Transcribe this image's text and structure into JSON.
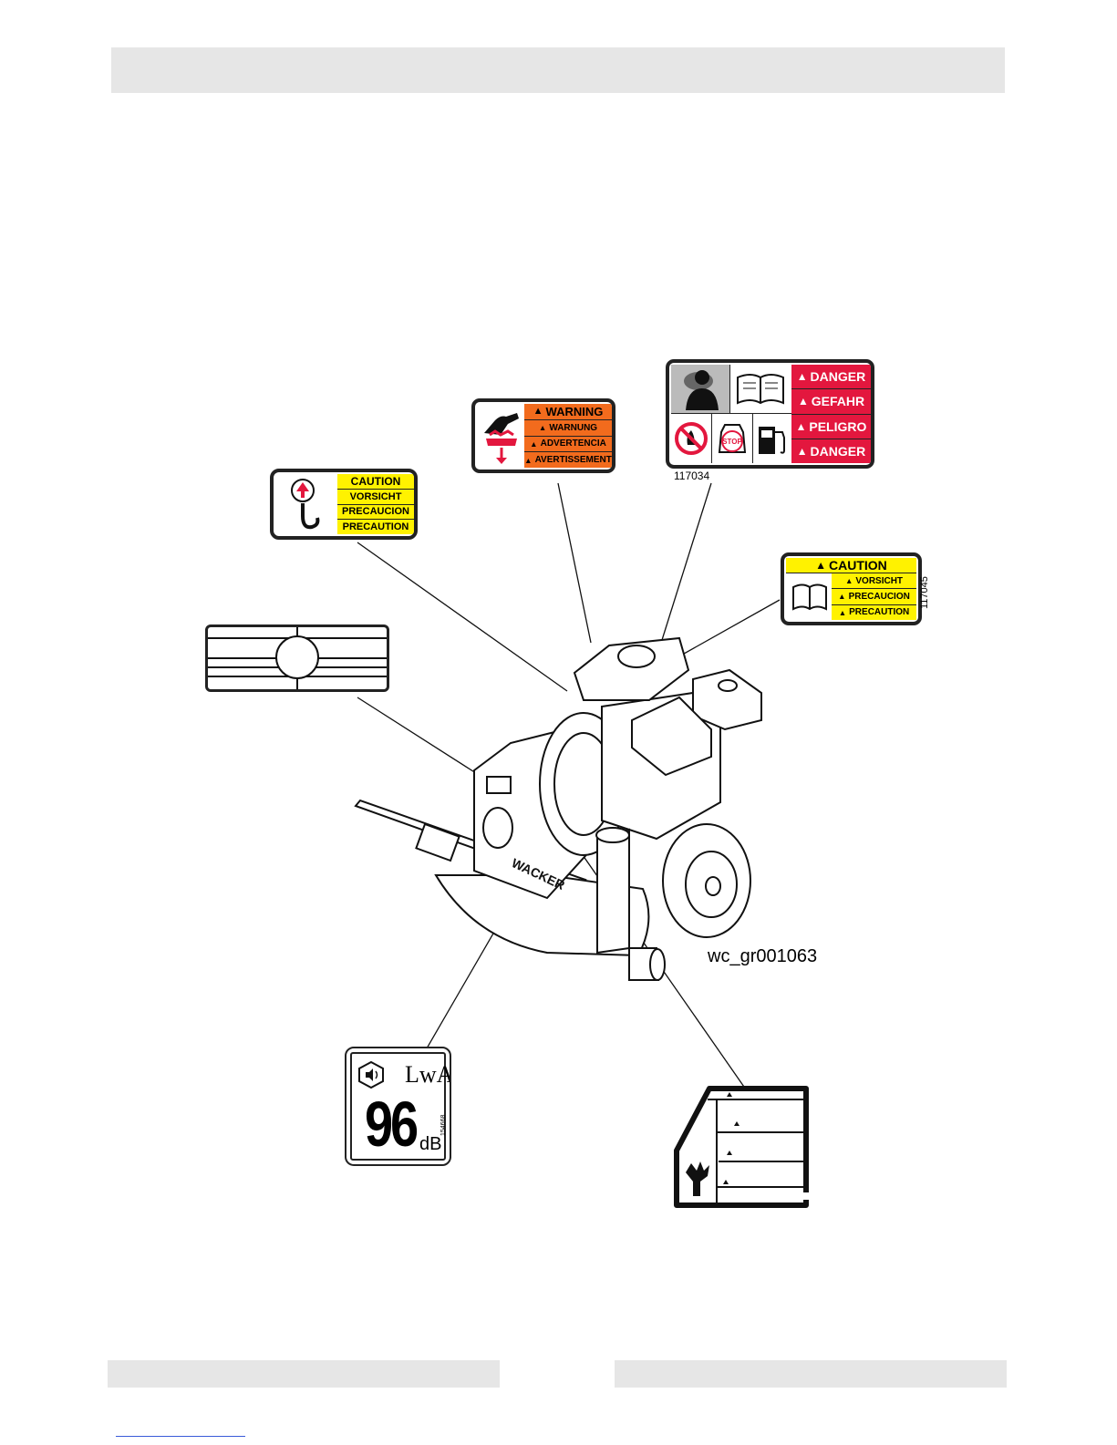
{
  "page": {
    "figure_code": "wc_gr001063"
  },
  "decals": {
    "caution_lift": {
      "code": "",
      "rows": [
        "CAUTION",
        "VORSICHT",
        "PRECAUCION",
        "PRECAUTION"
      ]
    },
    "warning_hand": {
      "rows": [
        "WARNING",
        "WARNUNG",
        "ADVERTENCIA",
        "AVERTISSEMENT"
      ]
    },
    "danger": {
      "code": "117034",
      "rows": [
        "DANGER",
        "GEFAHR",
        "PELIGRO",
        "DANGER"
      ],
      "stop_label": "STOP"
    },
    "caution_manual": {
      "code": "117045",
      "rows": [
        "CAUTION",
        "VORSICHT",
        "PRECAUCION",
        "PRECAUTION"
      ]
    },
    "noise": {
      "label": "LwA",
      "value": "96",
      "unit": "dB",
      "code": "154668"
    },
    "brand": {
      "name": "WACKER"
    }
  },
  "colors": {
    "caution_yellow": "#fff200",
    "warning_orange": "#f26b1d",
    "danger_red": "#e3173e"
  }
}
